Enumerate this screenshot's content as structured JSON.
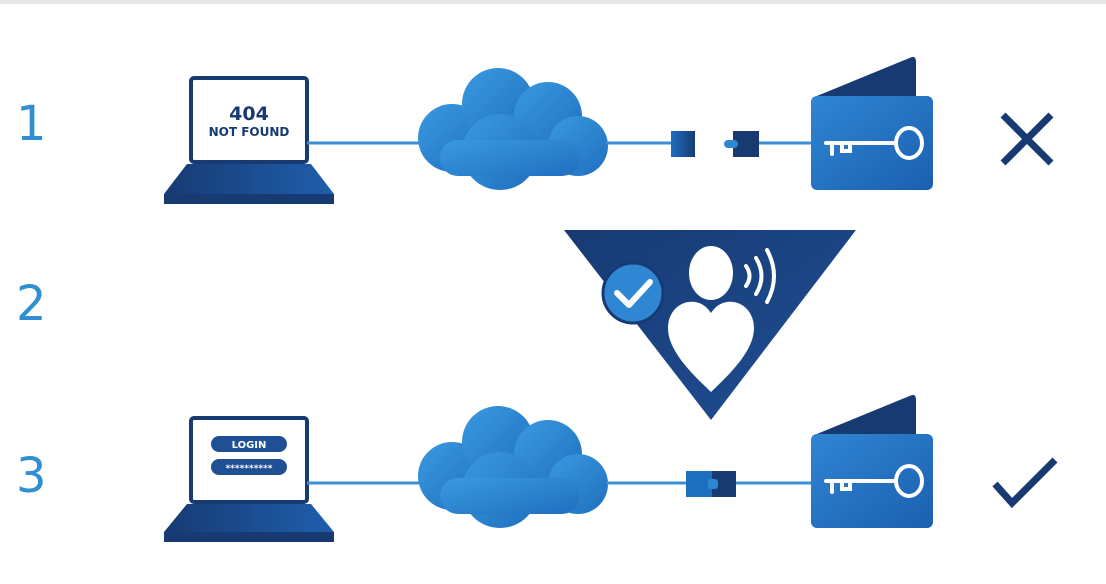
{
  "steps": [
    {
      "number": "1",
      "screen": {
        "line1": "404",
        "line2": "NOT FOUND"
      },
      "connection": "disconnected",
      "result_icon": "cross-icon"
    },
    {
      "number": "2",
      "center_icon": "verified-voice-user-icon"
    },
    {
      "number": "3",
      "screen": {
        "login_label": "LOGIN",
        "password_mask": "**********"
      },
      "connection": "connected",
      "result_icon": "check-icon"
    }
  ],
  "colors": {
    "navy": "#173a72",
    "blue": "#2f7fc9",
    "light_blue": "#3a9ae0",
    "line": "#3b8fd6",
    "number": "#2f8fd0"
  }
}
